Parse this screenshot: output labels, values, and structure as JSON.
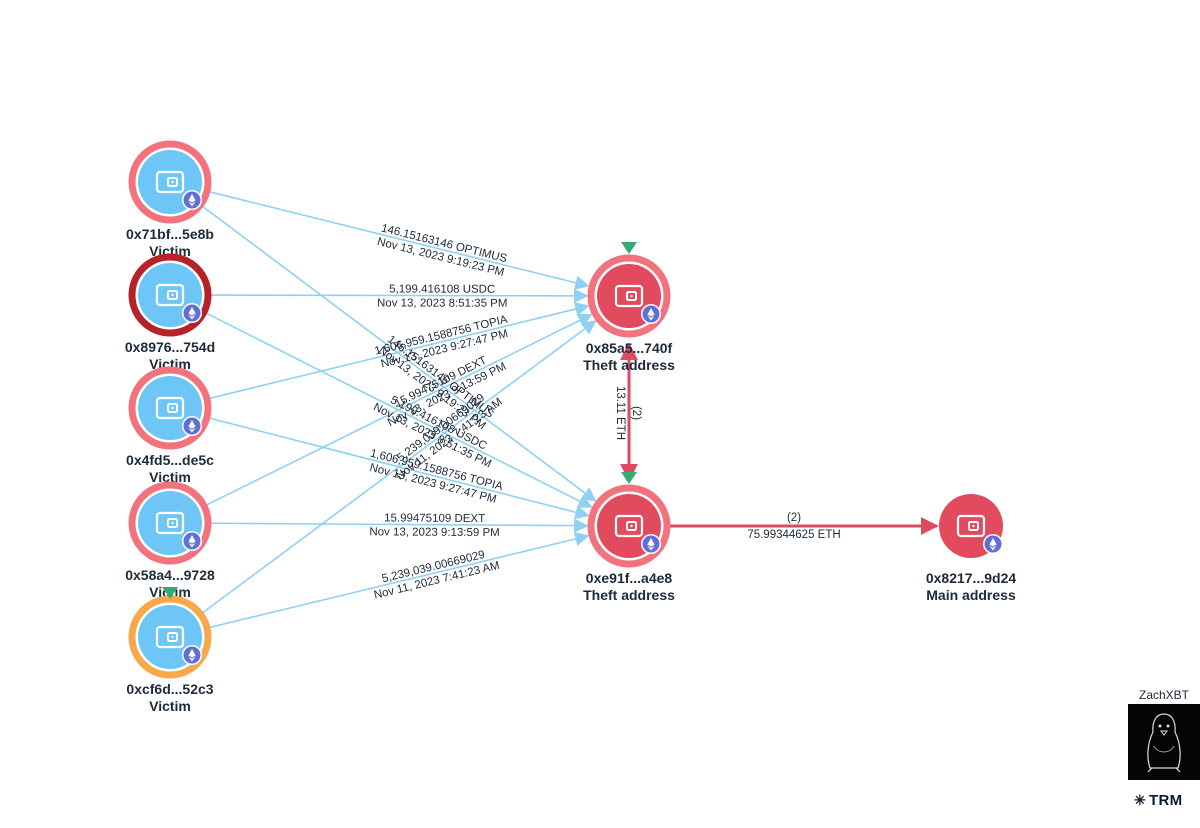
{
  "nodes": [
    {
      "id": "n1",
      "address": "0x71bf...5e8b",
      "role": "Victim",
      "ring": "#f2737e"
    },
    {
      "id": "n2",
      "address": "0x8976...754d",
      "role": "Victim",
      "ring": "#b52228"
    },
    {
      "id": "n3",
      "address": "0x4fd5...de5c",
      "role": "Victim",
      "ring": "#f2737e"
    },
    {
      "id": "n4",
      "address": "0x58a4...9728",
      "role": "Victim",
      "ring": "#f2737e"
    },
    {
      "id": "n5",
      "address": "0xcf6d...52c3",
      "role": "Victim",
      "ring": "#f7a84a"
    },
    {
      "id": "t1",
      "address": "0x85a5...740f",
      "role": "Theft address",
      "ring": "#f2737e"
    },
    {
      "id": "t2",
      "address": "0xe91f...a4e8",
      "role": "Theft address",
      "ring": "#f2737e"
    },
    {
      "id": "m1",
      "address": "0x8217...9d24",
      "role": "Main address",
      "ring": ""
    }
  ],
  "edges": [
    {
      "from": "n1",
      "to": "t1",
      "amount": "146.15163146 OPTIMUS",
      "time": "Nov 13, 2023 9:19:23 PM"
    },
    {
      "from": "n1",
      "to": "t2",
      "amount": "146.15163146 OPTIMUS",
      "time": "Nov 13, 2023 9:19:23 PM"
    },
    {
      "from": "n2",
      "to": "t1",
      "amount": "5,199.416108 USDC",
      "time": "Nov 13, 2023 8:51:35 PM"
    },
    {
      "from": "n2",
      "to": "t2",
      "amount": "5,199.416108 USDC",
      "time": "Nov 13, 2023 8:51:35 PM"
    },
    {
      "from": "n3",
      "to": "t1",
      "amount": "1,606,959.1588756 TOPIA",
      "time": "Nov 13, 2023 9:27:47 PM"
    },
    {
      "from": "n3",
      "to": "t2",
      "amount": "1,606,959.1588756 TOPIA",
      "time": "Nov 13, 2023 9:27:47 PM"
    },
    {
      "from": "n4",
      "to": "t1",
      "amount": "15.99475109 DEXT",
      "time": "Nov 13, 2023 9:13:59 PM"
    },
    {
      "from": "n4",
      "to": "t2",
      "amount": "15.99475109 DEXT",
      "time": "Nov 13, 2023 9:13:59 PM"
    },
    {
      "from": "n5",
      "to": "t1",
      "amount": "5,239,039.00669029",
      "time": "Nov 11, 2023 7:41:23 AM"
    },
    {
      "from": "n5",
      "to": "t2",
      "amount": "5,239,039.00669029",
      "time": "Nov 11, 2023 7:41:23 AM"
    }
  ],
  "theft_link": {
    "count": "(2)",
    "amount": "13.11 ETH"
  },
  "main_link": {
    "count": "(2)",
    "amount": "75.99344625 ETH"
  },
  "colors": {
    "victim_fill": "#6ec6f7",
    "theft_fill": "#e24a5e",
    "edge_blue": "#8fd0f4",
    "edge_red": "#de4a5f",
    "marker_green": "#3aa876",
    "eth_badge": "#5f6fd8"
  },
  "icons": {
    "node": "wallet-icon",
    "badge": "ethereum-icon",
    "marker": "triangle-marker-icon"
  },
  "credit": {
    "name": "ZachXBT"
  },
  "brand": {
    "name": "TRM"
  }
}
